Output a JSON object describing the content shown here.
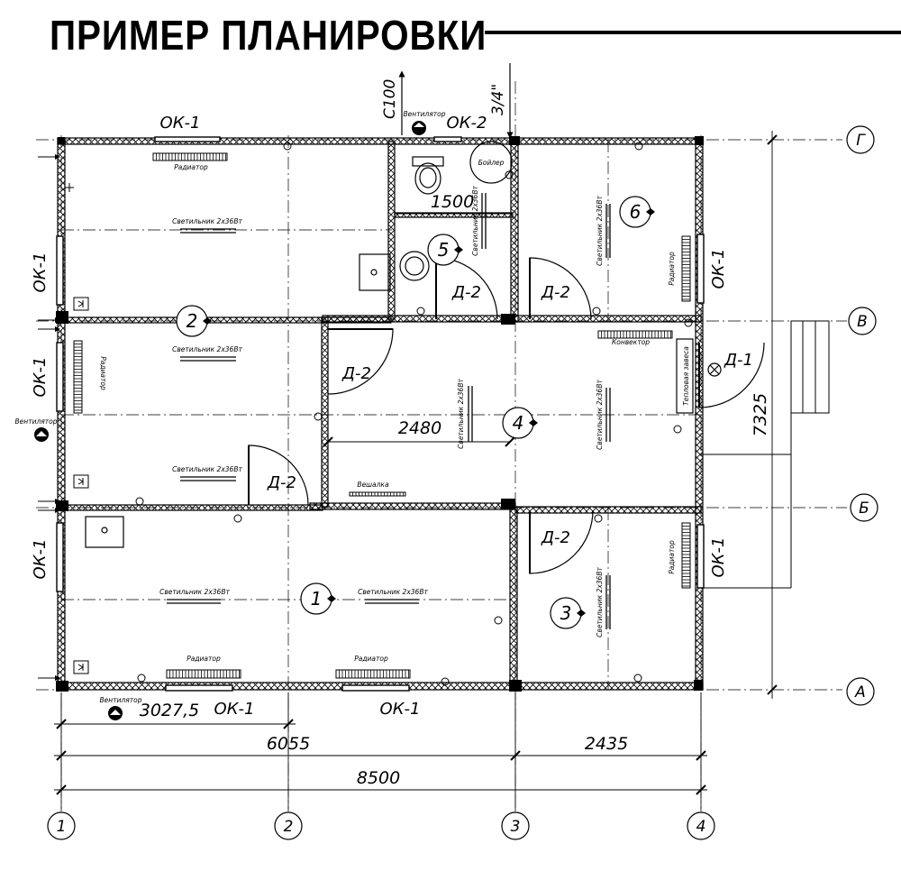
{
  "title": "ПРИМЕР ПЛАНИРОВКИ",
  "axes": {
    "cols": [
      "1",
      "2",
      "3",
      "4"
    ],
    "rows": [
      "А",
      "Б",
      "В",
      "Г"
    ]
  },
  "dimensions": {
    "d_3027": "3027,5",
    "d_6055": "6055",
    "d_2435": "2435",
    "d_8500": "8500",
    "d_7325": "7325",
    "d_2480": "2480",
    "d_1500": "1500"
  },
  "rooms": [
    "1",
    "2",
    "3",
    "4",
    "5",
    "6"
  ],
  "windows": {
    "ok1": "ОК-1",
    "ok2": "ОК-2"
  },
  "doors": {
    "d2": "Д-2",
    "d1": "Д-1"
  },
  "equipment": {
    "radiator": "Радиатор",
    "lamp": "Светильник 2х36Вт",
    "boiler": "Бойлер",
    "fan": "Вентилятор",
    "convector": "Конвектор",
    "hanger": "Вешалка",
    "curtain": "Тепловая завеса"
  },
  "pipes": {
    "c100": "С100",
    "d34": "3/4\""
  }
}
